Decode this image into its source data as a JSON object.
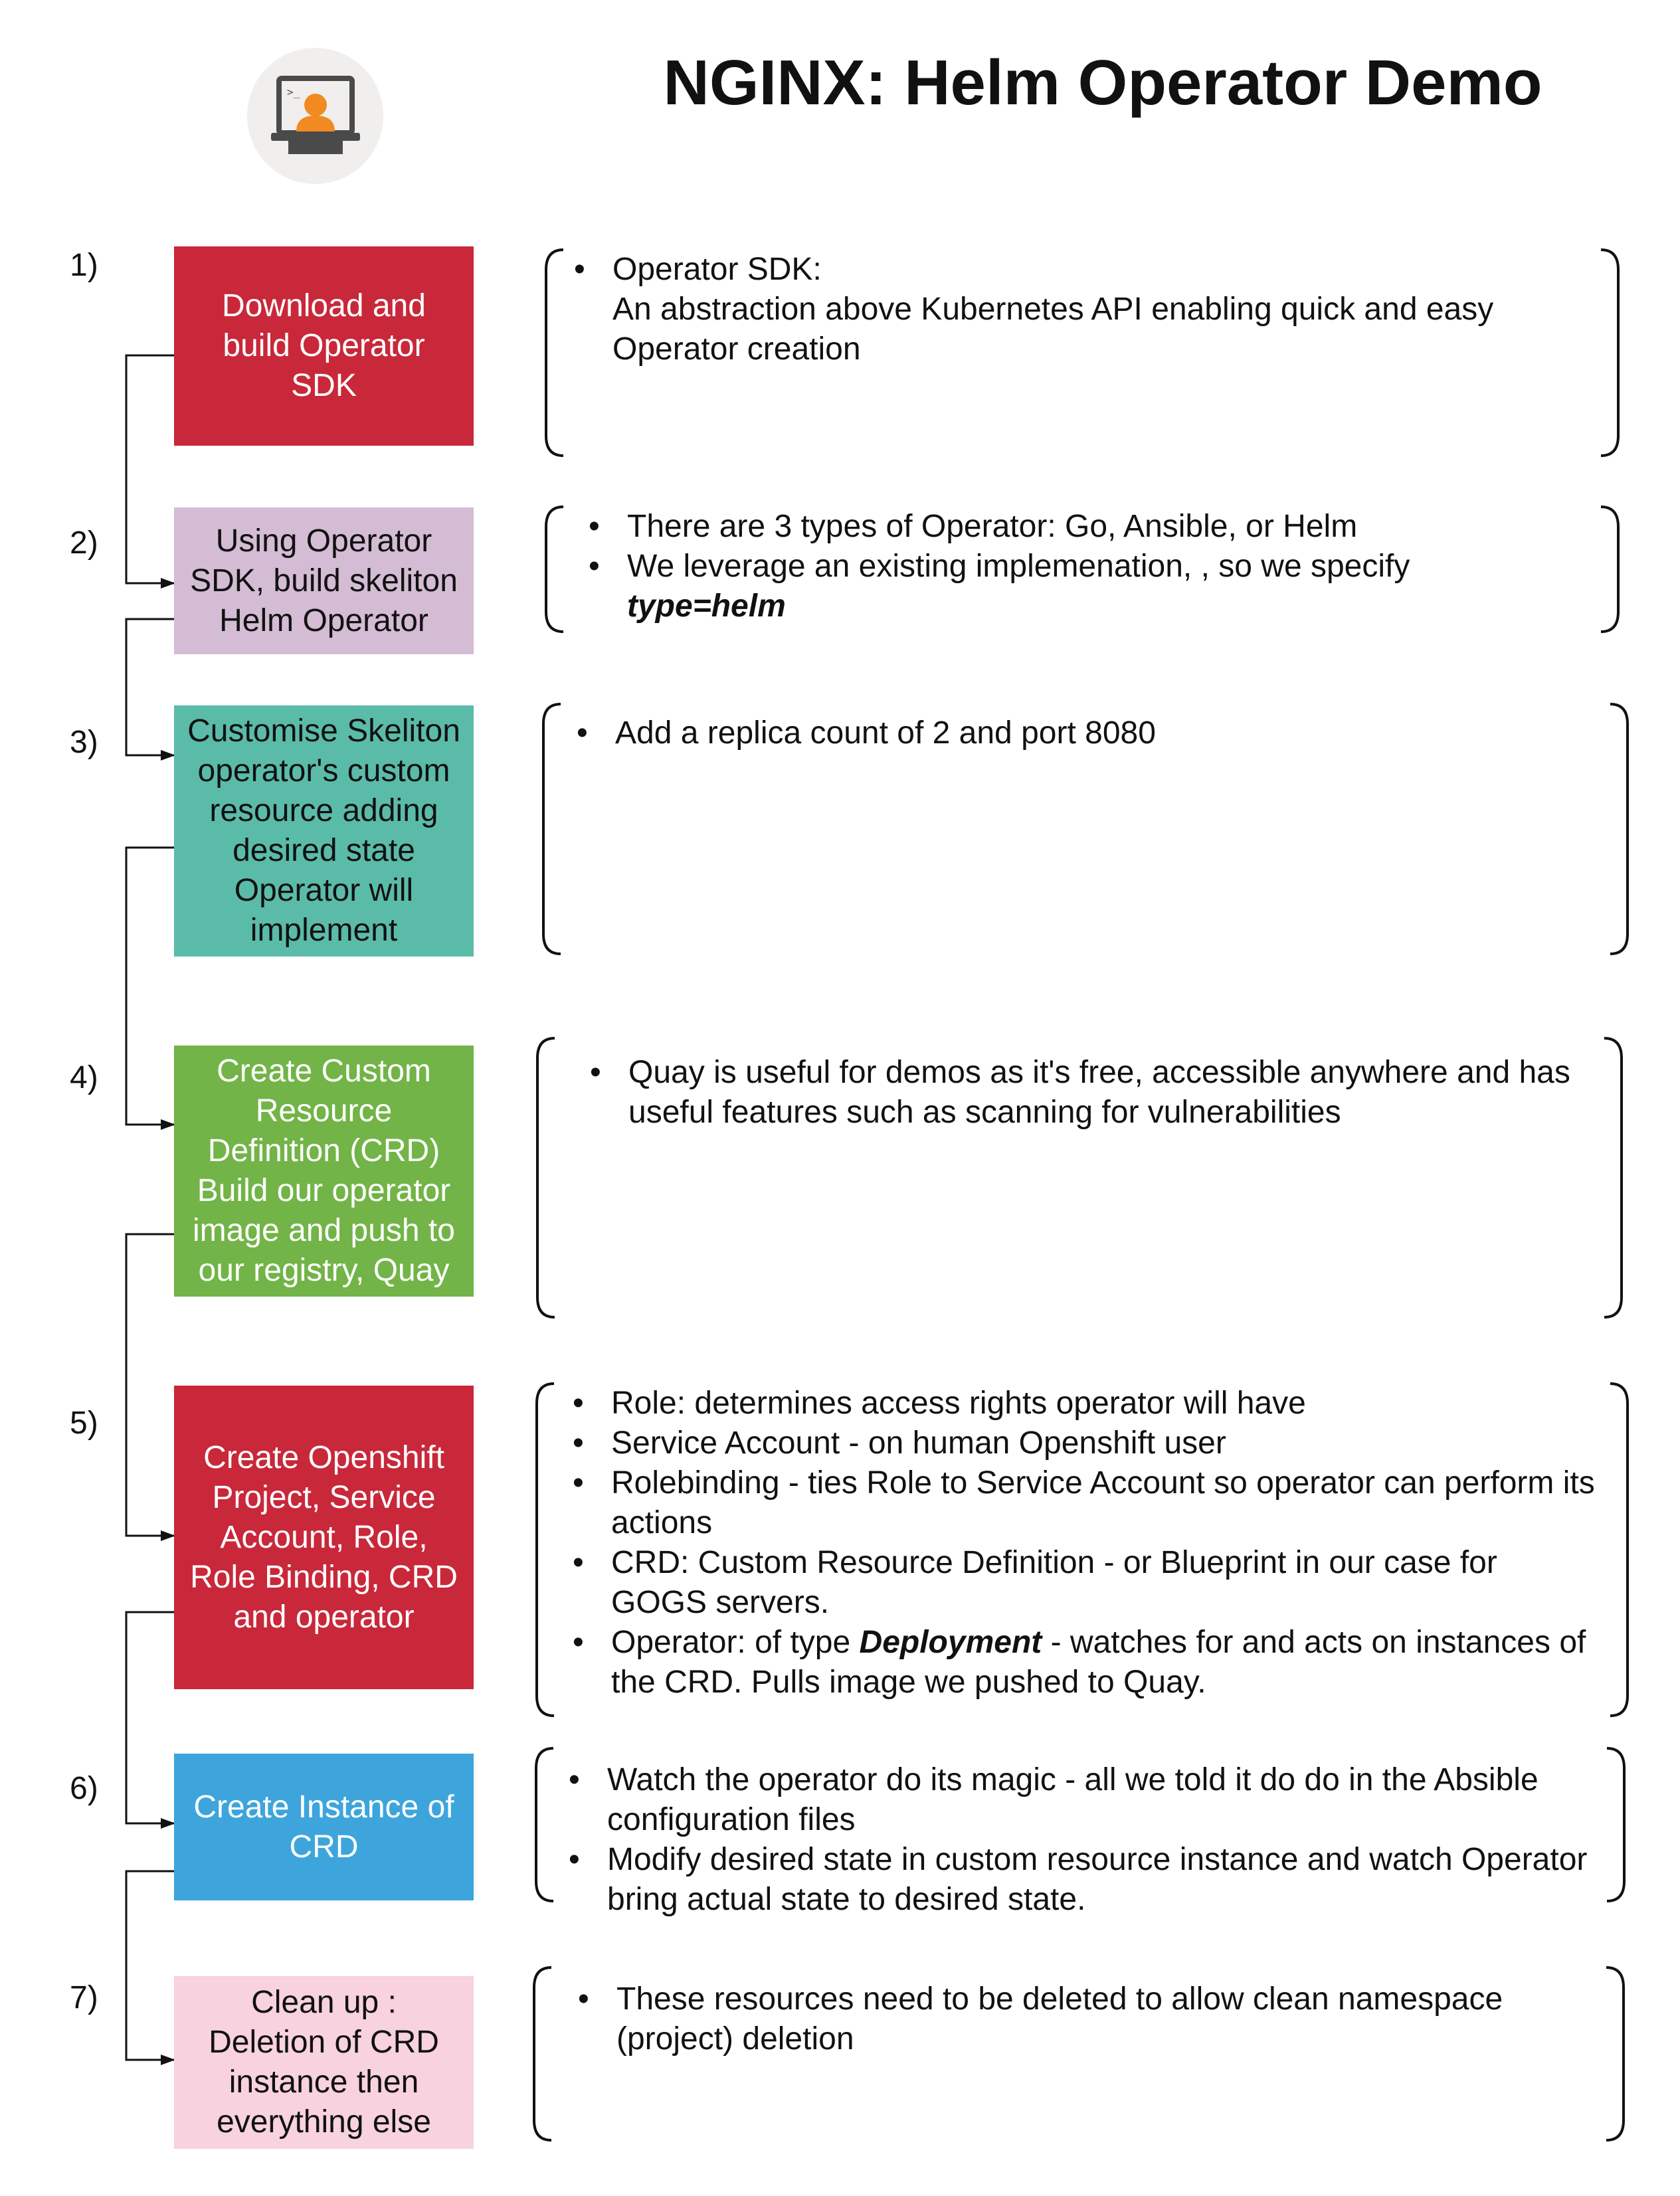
{
  "title": "NGINX: Helm Operator Demo",
  "logo": {
    "icon": "terminal-user-icon",
    "prompt": ">_"
  },
  "colors": {
    "step1": "#C8283A",
    "step2": "#D4BCD4",
    "step3": "#5BBBA9",
    "step4": "#72B447",
    "step5": "#C8283A",
    "step6": "#3DA5DC",
    "step7": "#F8D2DE",
    "logo_bg": "#F0EFEE",
    "logo_person": "#F18A21",
    "logo_screen": "#4A4A4A"
  },
  "steps": [
    {
      "number": "1)",
      "label": "Download  and\nbuild Operator\nSDK",
      "notes": [
        {
          "text": "Operator SDK:\nAn abstraction above Kubernetes API enabling quick and easy Operator creation",
          "plain": true
        }
      ]
    },
    {
      "number": "2)",
      "label": "Using Operator\nSDK, build skeliton\nHelm Operator",
      "notes": [
        {
          "text": "There are 3 types of Operator: Go, Ansible, or Helm"
        },
        {
          "text": "We leverage an existing implemenation, , so we specify",
          "emph": "type=helm"
        }
      ]
    },
    {
      "number": "3)",
      "label": "Customise Skeliton\noperator's custom\nresource adding\ndesired state\nOperator will\nimplement",
      "notes": [
        {
          "text": "Add a replica count of 2 and port 8080"
        }
      ]
    },
    {
      "number": "4)",
      "label": "Create Custom\nResource\nDefinition (CRD)\nBuild our operator\nimage and push to\nour registry, Quay",
      "notes": [
        {
          "text": "Quay is useful for demos as it's free, accessible anywhere and has useful features such as scanning for vulnerabilities"
        }
      ]
    },
    {
      "number": "5)",
      "label": "Create Openshift\nProject, Service\nAccount, Role,\nRole Binding, CRD\nand operator",
      "notes": [
        {
          "text": "Role: determines access rights operator will have"
        },
        {
          "text": "Service Account - on human Openshift user"
        },
        {
          "text": "Rolebinding - ties Role to Service Account so operator can perform its actions"
        },
        {
          "text": "CRD: Custom Resource Definition - or Blueprint in our case for GOGS servers."
        },
        {
          "before": "Operator: of type ",
          "emph": "Deployment",
          "after": " - watches for and acts on instances of the CRD. Pulls image we pushed to Quay."
        }
      ]
    },
    {
      "number": "6)",
      "label": "Create Instance of\nCRD",
      "notes": [
        {
          "text": "Watch the operator do its magic - all we told it do do in the Absible configuration files"
        },
        {
          "text": "Modify desired state in custom resource instance and watch Operator bring actual state to desired state."
        }
      ]
    },
    {
      "number": "7)",
      "label": "Clean up :\nDeletion of CRD\ninstance then\neverything else",
      "notes": [
        {
          "text": "These resources need to be deleted to allow clean namespace (project) deletion"
        }
      ]
    }
  ]
}
